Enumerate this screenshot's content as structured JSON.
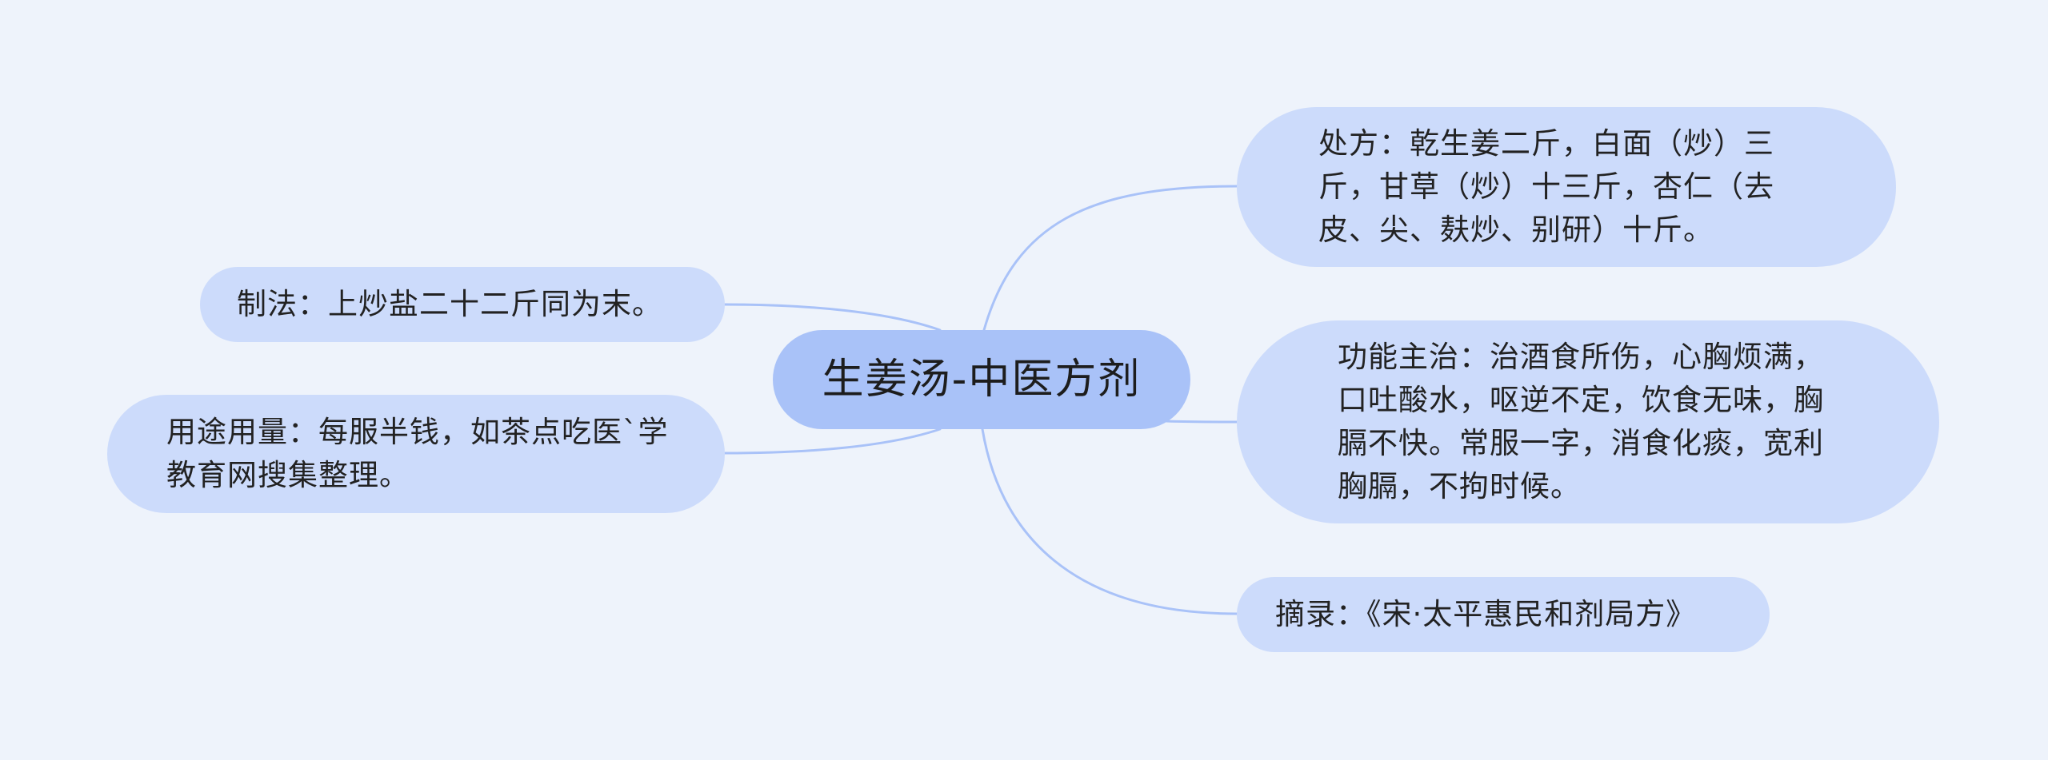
{
  "mindmap": {
    "root": {
      "label": "生姜汤-中医方剂"
    },
    "branches": [
      {
        "id": "recipe",
        "label": "处方：乾生姜二斤，白面（炒）三斤，甘草（炒）十三斤，杏仁（去皮、尖、麸炒、别研）十斤。"
      },
      {
        "id": "effect",
        "label": "功能主治：治酒食所伤，心胸烦满，口吐酸水，呕逆不定，饮食无味，胸膈不快。常服一字，消食化痰，宽利胸膈，不拘时候。"
      },
      {
        "id": "source",
        "label": "摘录：《宋·太平惠民和剂局方》"
      },
      {
        "id": "method",
        "label": "制法：上炒盐二十二斤同为末。"
      },
      {
        "id": "usage",
        "label": "用途用量：每服半钱，如茶点吃医`学教育网搜集整理。"
      }
    ]
  },
  "colors": {
    "background": "#eef3fb",
    "root_fill": "#a9c2f8",
    "node_fill": "#ccdbfb",
    "connector": "#a9c2f8",
    "text": "#222222"
  }
}
